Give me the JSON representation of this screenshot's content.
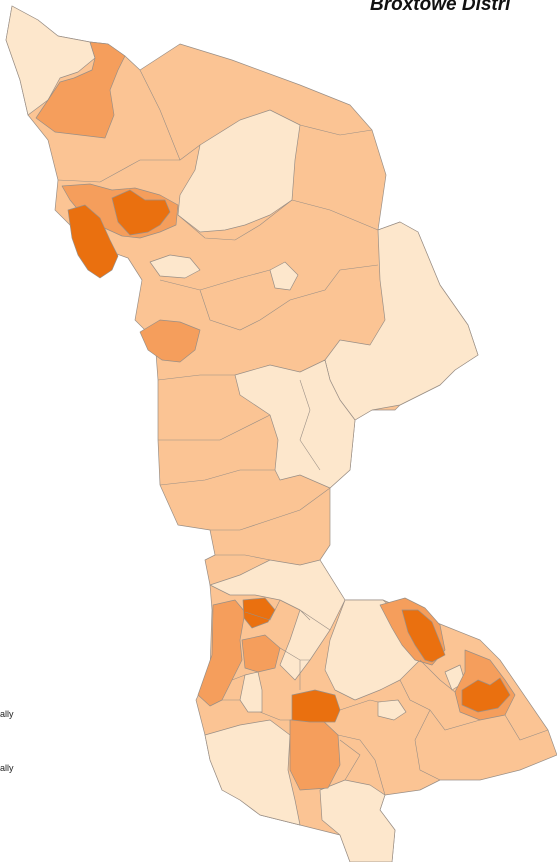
{
  "title": "Broxtowe Distri",
  "legend_fragments": [
    "ally",
    "ally"
  ],
  "colors": {
    "very_light": "#fde7cc",
    "light": "#fbc494",
    "medium": "#f59e5c",
    "dark": "#ea700f",
    "border": "#9a8f86"
  }
}
